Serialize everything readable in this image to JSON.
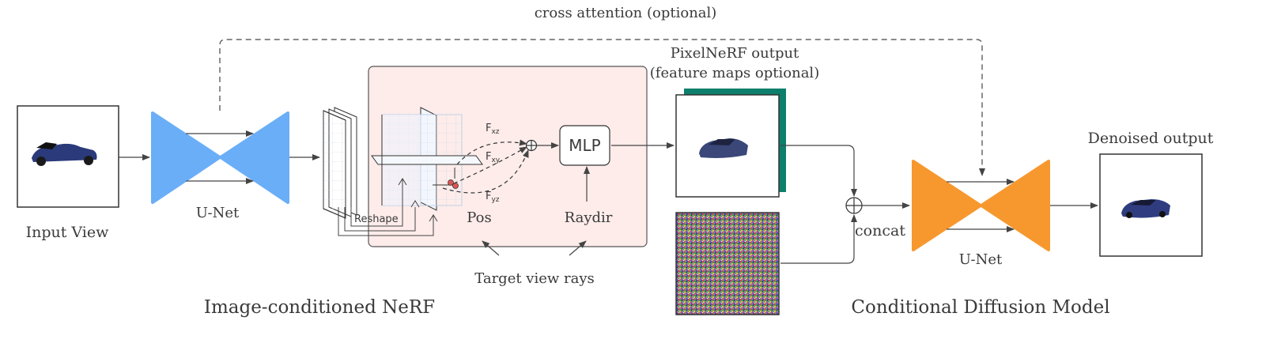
{
  "labels": {
    "cross_attention": "cross attention (optional)",
    "pixelnerf_output_line1": "PixelNeRF output",
    "pixelnerf_output_line2": "(feature maps optional)",
    "input_view": "Input View",
    "unet_left": "U-Net",
    "reshape": "Reshape",
    "f_xz": "F",
    "f_xz_sub": "xz",
    "f_xy": "F",
    "f_xy_sub": "xy",
    "f_yz": "F",
    "f_yz_sub": "yz",
    "mlp": "MLP",
    "pos": "Pos",
    "raydir": "Raydir",
    "target_view_rays": "Target view rays",
    "image_conditioned_nerf": "Image-conditioned NeRF",
    "concat": "concat",
    "unet_right": "U-Net",
    "denoised_output": "Denoised output",
    "conditional_diffusion_model": "Conditional Diffusion Model"
  },
  "colors": {
    "unet_left": "#6aaef7",
    "unet_right": "#f7982f",
    "nerf_panel": "#fdecea",
    "feature_stack_back": "#0d7f6c",
    "line": "#444444"
  }
}
